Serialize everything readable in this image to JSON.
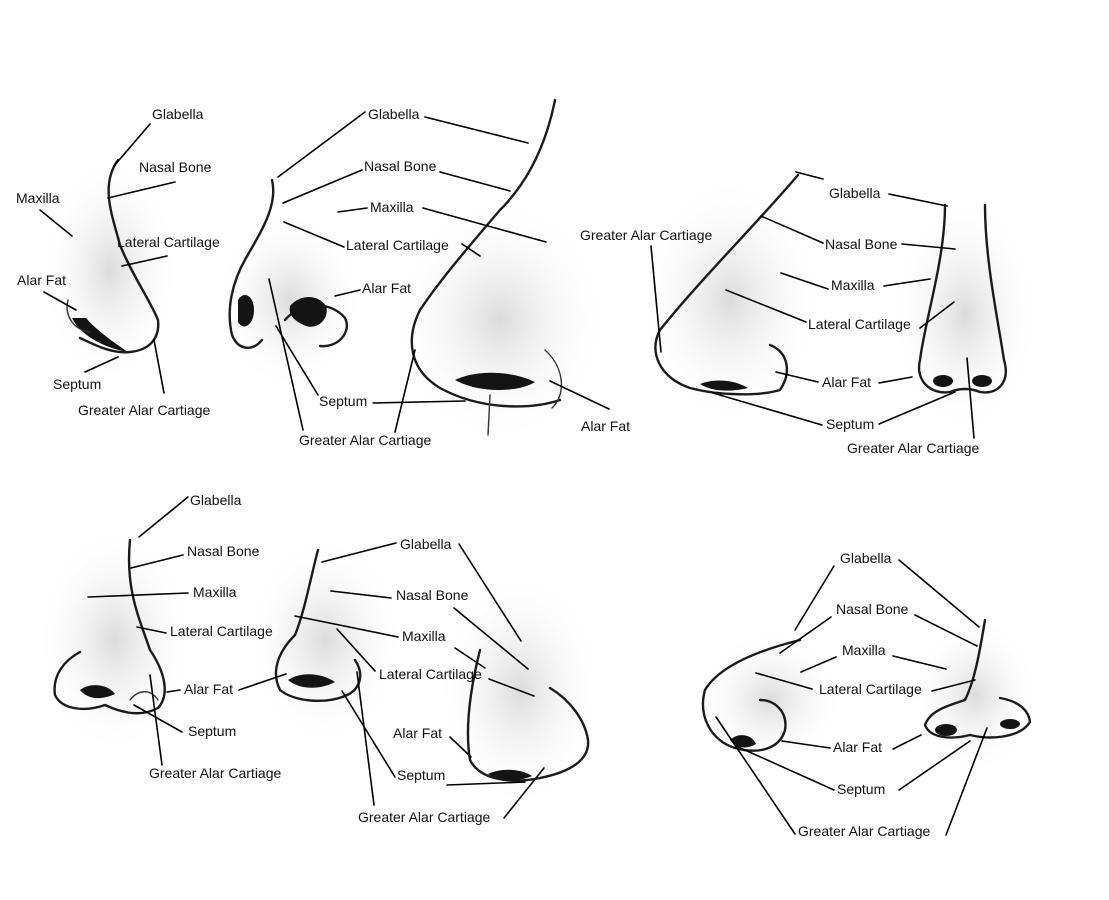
{
  "figures": [
    {
      "view": "side-left",
      "labels": [
        "Glabella",
        "Nasal Bone",
        "Maxilla",
        "Lateral Cartilage",
        "Alar Fat",
        "Septum",
        "Greater Alar Cartiage"
      ]
    },
    {
      "view": "under-angle",
      "labels": [
        "Glabella",
        "Nasal Bone",
        "Maxilla",
        "Lateral Cartilage",
        "Alar Fat",
        "Septum",
        "Greater Alar Cartiage",
        "Alar Fat"
      ]
    },
    {
      "view": "three-quarter-and-front",
      "labels": [
        "Glabella",
        "Nasal Bone",
        "Maxilla",
        "Lateral Cartilage",
        "Alar Fat",
        "Septum",
        "Greater Alar Cartiage",
        "Greater Alar Cartiage"
      ]
    },
    {
      "view": "low-three-quarter-pair",
      "labels": [
        "Glabella",
        "Nasal Bone",
        "Maxilla",
        "Lateral Cartilage",
        "Alar Fat",
        "Septum",
        "Greater Alar Cartiage",
        "Glabella",
        "Nasal Bone",
        "Maxilla",
        "Lateral Cartilage",
        "Alar Fat",
        "Septum",
        "Greater Alar Cartiage"
      ]
    },
    {
      "view": "side-and-front-pair",
      "labels": [
        "Glabella",
        "Nasal Bone",
        "Maxilla",
        "Lateral Cartilage",
        "Alar Fat",
        "Septum",
        "Greater Alar Cartiage"
      ]
    }
  ]
}
